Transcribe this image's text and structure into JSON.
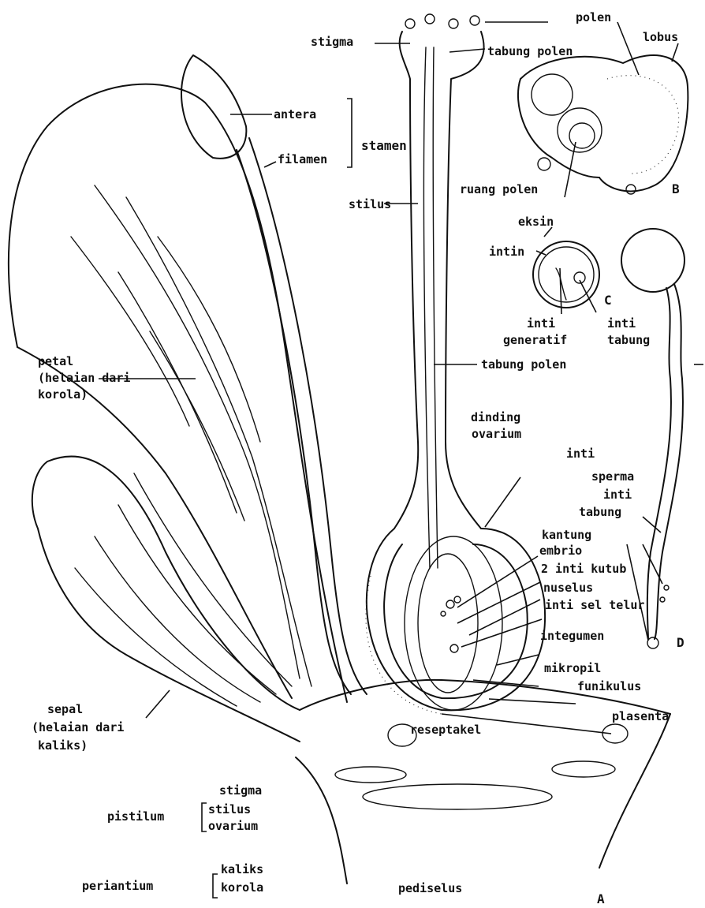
{
  "labels": {
    "stigma_top": "stigma",
    "tabung_polen_top": "tabung polen",
    "polen": "polen",
    "lobus": "lobus",
    "antera": "antera",
    "stamen": "stamen",
    "filamen": "filamen",
    "stilus": "stilus",
    "ruang_polen": "ruang polen",
    "label_B": "B",
    "eksin": "eksin",
    "intin": "intin",
    "label_C": "C",
    "inti_generatif_1": "inti",
    "inti_generatif_2": "generatif",
    "inti_tabung_1": "inti",
    "inti_tabung_2": "tabung",
    "tabung_polen_mid": "tabung polen",
    "petal_1": "petal",
    "petal_2": "(helaian dari",
    "petal_3": "korola)",
    "dinding_1": "dinding",
    "dinding_2": "ovarium",
    "inti_sperma_1": "inti",
    "inti_sperma_2": "sperma",
    "inti_tabung_d_1": "inti",
    "inti_tabung_d_2": "tabung",
    "label_D": "D",
    "kantung_1": "kantung",
    "kantung_2": "embrio",
    "inti_kutub": "2 inti kutub",
    "nuselus": "nuselus",
    "inti_sel_telur": "inti sel telur",
    "integumen": "integumen",
    "mikropil": "mikropil",
    "funikulus": "funikulus",
    "plasenta": "plasenta",
    "sepal_1": "sepal",
    "sepal_2": "(helaian dari",
    "sepal_3": "kaliks)",
    "reseptakel": "reseptakel",
    "legend_stigma": "stigma",
    "pistilum": "pistilum",
    "legend_stilus": "stilus",
    "legend_ovarium": "ovarium",
    "periantium": "periantium",
    "legend_kaliks": "kaliks",
    "legend_korola": "korola",
    "pediselus": "pediselus",
    "label_A": "A"
  }
}
